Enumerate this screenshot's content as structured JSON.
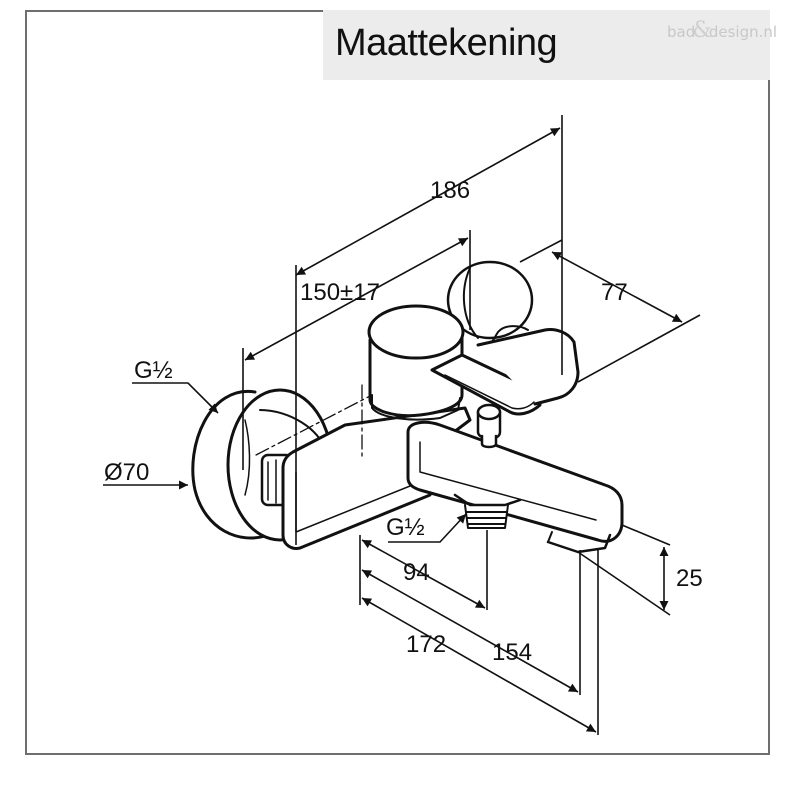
{
  "title": "Maattekening",
  "watermark": {
    "prefix": "bad",
    "ampersand": "&",
    "suffix": "design.nl"
  },
  "dimensions": {
    "d186": "186",
    "d150": "150±17",
    "d77": "77",
    "g_inlet": "G½",
    "d70": "Ø70",
    "g_outlet": "G½",
    "d94": "94",
    "d25": "25",
    "d172": "172",
    "d154": "154"
  },
  "colors": {
    "line": "#111111",
    "frame": "#6e6e6e",
    "title_background": "#ececec",
    "watermark": "#c8c8c8"
  }
}
